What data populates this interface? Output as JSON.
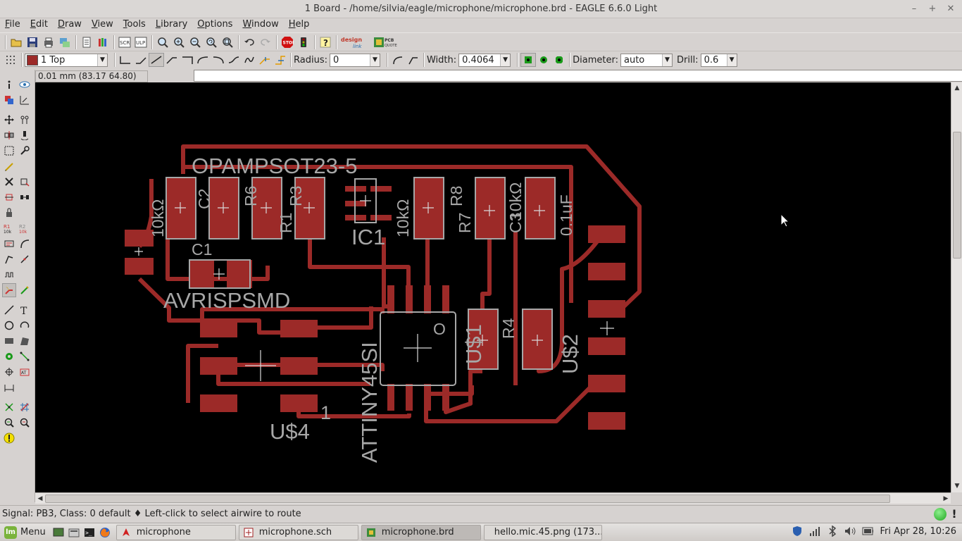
{
  "window": {
    "title": "1 Board - /home/silvia/eagle/microphone/microphone.brd - EAGLE 6.6.0 Light",
    "controls": [
      "–",
      "+",
      "✕"
    ]
  },
  "menu": [
    "File",
    "Edit",
    "Draw",
    "View",
    "Tools",
    "Library",
    "Options",
    "Window",
    "Help"
  ],
  "toolbar2": {
    "layer_value": "1 Top",
    "radius_label": "Radius:",
    "radius_value": "0",
    "width_label": "Width:",
    "width_value": "0.4064",
    "diameter_label": "Diameter:",
    "diameter_value": "auto",
    "drill_label": "Drill:",
    "drill_value": "0.6"
  },
  "coord_display": "0.01 mm (83.17 64.80)",
  "command_value": "",
  "board_labels": {
    "opamp": "OPAMPSOT23-5",
    "ic1": "IC1",
    "c1": "C1",
    "avrisp": "AVRISPSMD",
    "attiny": "ATTINY45SI",
    "us1": "U$1",
    "us2": "U$2",
    "us4": "U$4",
    "pin1": "1",
    "r1": "R1",
    "r3": "R3",
    "r4": "R4",
    "r6": "R6",
    "r7": "R7",
    "r8": "R8",
    "c2": "C2",
    "c3": "C3",
    "v10k_a": "10kΩ",
    "v10k_b": "10kΩ",
    "v10k_c": "10kΩ",
    "v01uf": "0.1uF",
    "ic_o": "O"
  },
  "colors": {
    "copper": "#9c2a28",
    "silk": "#a7a7a7",
    "canvas": "#000000"
  },
  "status": {
    "text": "Signal: PB3, Class: 0 default  ♦ Left-click to select airwire to route"
  },
  "taskbar": {
    "menu_label": "Menu",
    "tasks": [
      "microphone",
      "microphone.sch",
      "microphone.brd",
      "hello.mic.45.png (173..."
    ],
    "clock": "Fri Apr 28, 10:26"
  }
}
